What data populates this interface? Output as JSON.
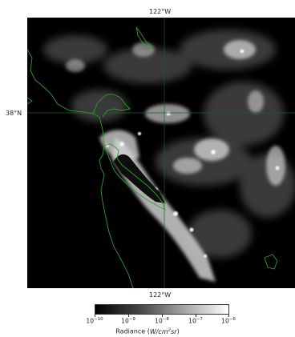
{
  "map": {
    "top_lon_label": "122°W",
    "bottom_lon_label": "122°W",
    "left_lat_label": "38°N",
    "background_color": "#000000",
    "coastline_color": "#2e9e2e",
    "gridline_color": "#1f5f1f",
    "night_lights": "grayscale"
  },
  "colorbar": {
    "ticks": [
      {
        "base": "10",
        "exp": "−10"
      },
      {
        "base": "10",
        "exp": "−9"
      },
      {
        "base": "10",
        "exp": "−8"
      },
      {
        "base": "10",
        "exp": "−7"
      },
      {
        "base": "10",
        "exp": "−6"
      }
    ],
    "label_prefix": "Radiance (",
    "label_unit_main": "W/cm",
    "label_unit_exp": "2",
    "label_unit_tail": "sr",
    "label_suffix": ")",
    "range_min_exp": -10,
    "range_max_exp": -6,
    "cmap": "gray"
  }
}
